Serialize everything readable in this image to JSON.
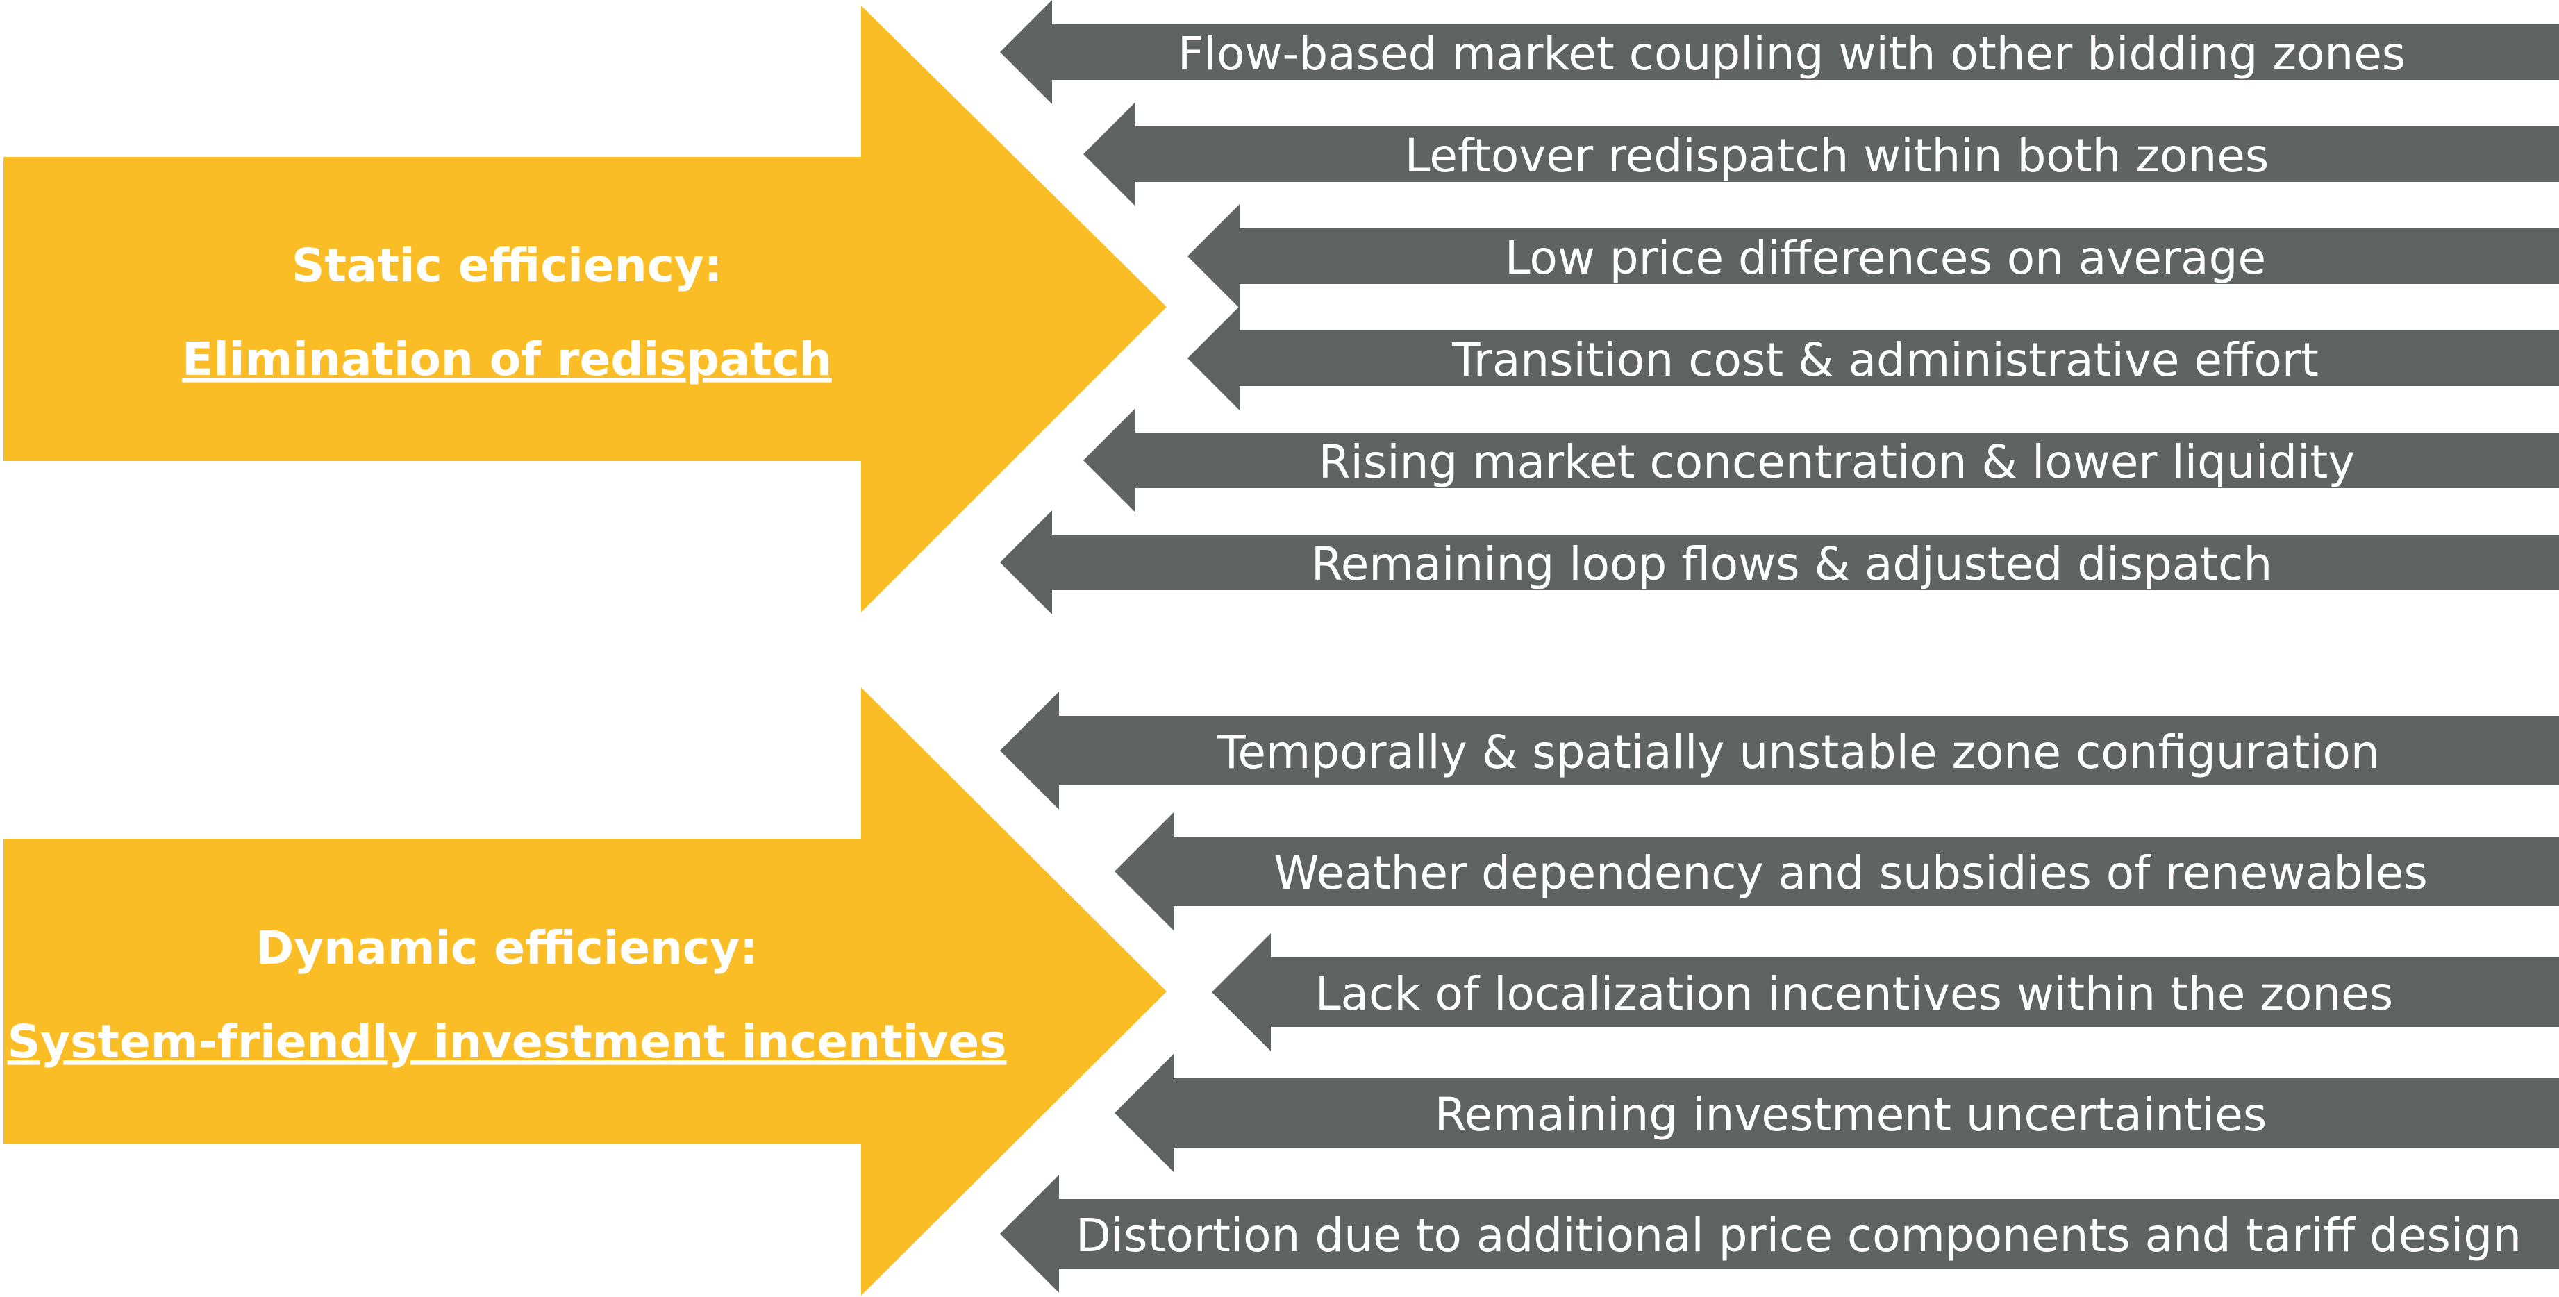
{
  "colors": {
    "goal_arrow": "#fbbd26",
    "factor_arrow": "#5f6462",
    "text": "#ffffff"
  },
  "groups": [
    {
      "goal_title": "Static efficiency:",
      "goal_subtitle": "Elimination of redispatch",
      "factors": [
        "Flow-based market coupling with other bidding zones",
        "Leftover redispatch within both zones",
        "Low price differences on average",
        "Transition cost & administrative effort",
        "Rising market concentration & lower liquidity",
        "Remaining loop flows & adjusted dispatch"
      ]
    },
    {
      "goal_title": "Dynamic efficiency:",
      "goal_subtitle": "System-friendly investment incentives",
      "factors": [
        "Temporally & spatially unstable zone configuration",
        "Weather dependency and subsidies of renewables",
        "Lack of localization incentives within the zones",
        "Remaining investment uncertainties",
        "Distortion due to additional price components and tariff design"
      ]
    }
  ]
}
